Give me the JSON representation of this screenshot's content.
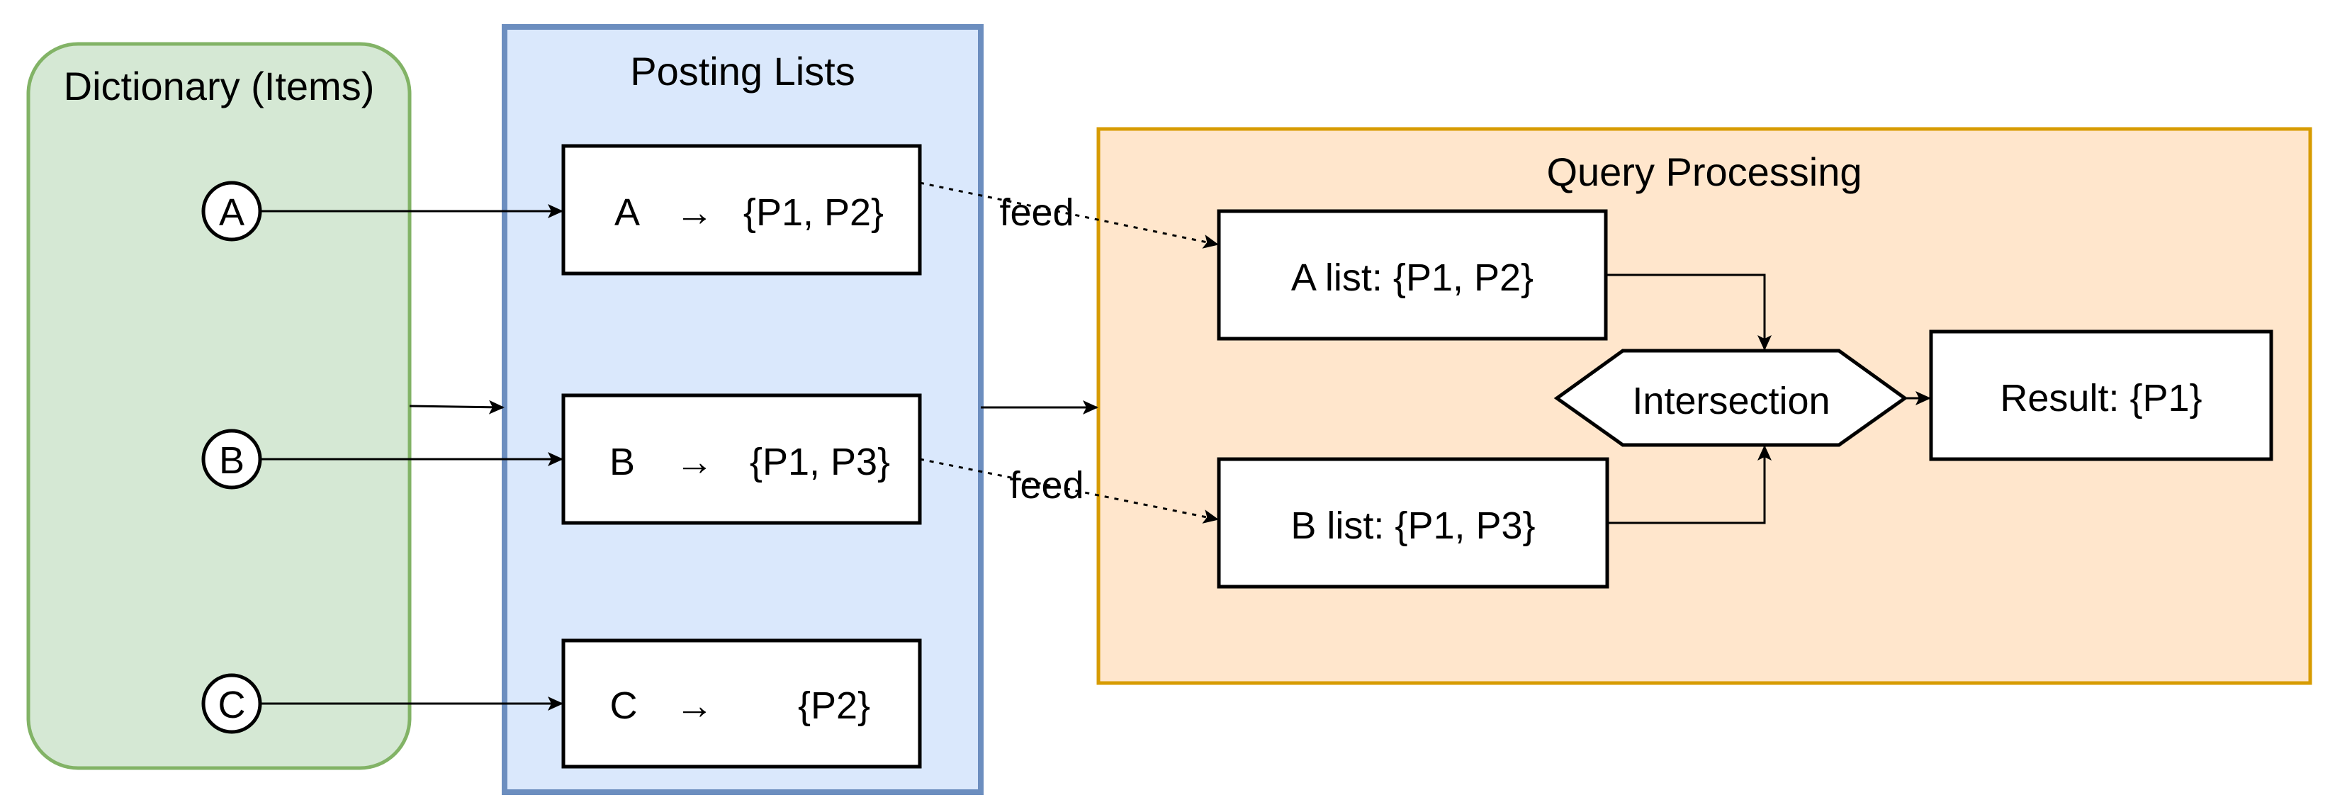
{
  "dictionary": {
    "title": "Dictionary (Items)",
    "items": [
      {
        "label": "A"
      },
      {
        "label": "B"
      },
      {
        "label": "C"
      }
    ]
  },
  "postings": {
    "title": "Posting Lists",
    "lists": [
      {
        "key": "A",
        "arrow": "→",
        "set": "{P1, P2}"
      },
      {
        "key": "B",
        "arrow": "→",
        "set": "{P1, P3}"
      },
      {
        "key": "C",
        "arrow": "→",
        "set": "{P2}"
      }
    ]
  },
  "query": {
    "title": "Query Processing",
    "a_list": "A list: {P1, P2}",
    "b_list": "B list: {P1, P3}",
    "operator": "Intersection",
    "result": "Result: {P1}"
  },
  "edges": {
    "feed_top": "feed",
    "feed_bottom": "feed"
  },
  "colors": {
    "dictionary_fill": "#d5e8d4",
    "dictionary_stroke": "#82b366",
    "postings_fill": "#dae8fc",
    "postings_stroke": "#6c8ebf",
    "query_fill": "#ffe6cc",
    "query_stroke": "#d79b00"
  }
}
